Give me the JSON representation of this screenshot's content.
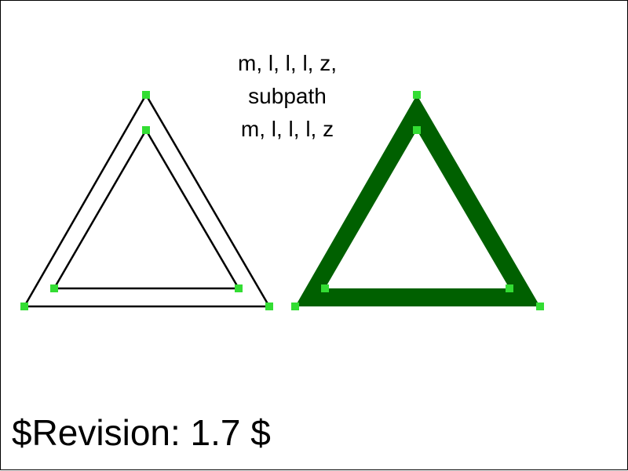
{
  "caption": {
    "line1": "m, l, l, l, z,",
    "line2": "subpath",
    "line3": "m, l, l, l, z"
  },
  "revision": "$Revision: 1.7 $",
  "colors": {
    "outline_stroke": "#000000",
    "filled_path": "#006000",
    "vertex_marker": "#33dd33",
    "background": "#ffffff",
    "border": "#000000"
  }
}
